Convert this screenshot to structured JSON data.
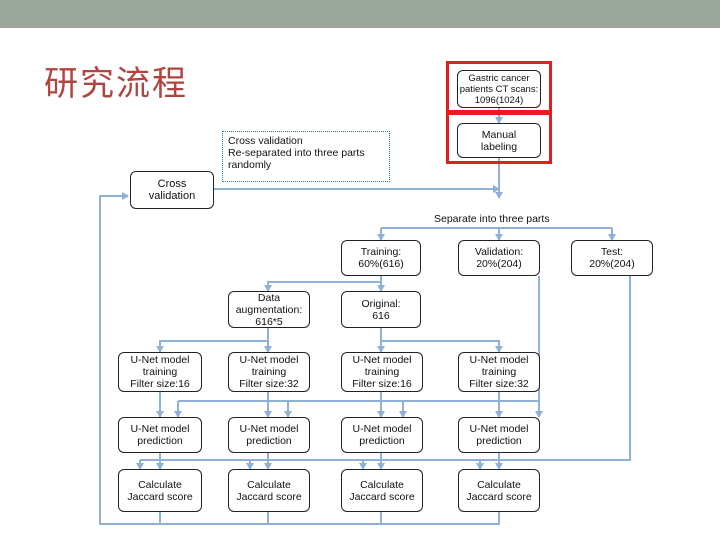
{
  "slide": {
    "title": "研究流程"
  },
  "diagram": {
    "nodes": {
      "gastric": "Gastric cancer\npatients CT scans:\n1096(1024)",
      "manual": "Manual\nlabeling",
      "cross": "Cross\nvalidation",
      "separate": "Separate into three parts",
      "training": "Training:\n60%(616)",
      "validation": "Validation:\n20%(204)",
      "test": "Test:\n20%(204)",
      "augmentation": "Data\naugmentation:\n616*5",
      "original": "Original:\n616",
      "unet_train_1": "U-Net model\ntraining\nFilter size:16",
      "unet_train_2": "U-Net model\ntraining\nFilter size:32",
      "unet_train_3": "U-Net model\ntraining\nFilter size:16",
      "unet_train_4": "U-Net model\ntraining\nFilter size:32",
      "predict_1": "U-Net model\nprediction",
      "predict_2": "U-Net model\nprediction",
      "predict_3": "U-Net model\nprediction",
      "predict_4": "U-Net model\nprediction",
      "jaccard_1": "Calculate\nJaccard score",
      "jaccard_2": "Calculate\nJaccard score",
      "jaccard_3": "Calculate\nJaccard score",
      "jaccard_4": "Calculate\nJaccard score"
    },
    "cross_note": "Cross validation\nRe-separated into three parts\nrandomly",
    "colors": {
      "arrow": "#8fb1d6",
      "border": "#222222",
      "highlight": "#e02020",
      "note_border": "#2f73a8",
      "title": "#b0443f",
      "topbar": "#9aa59b"
    }
  }
}
